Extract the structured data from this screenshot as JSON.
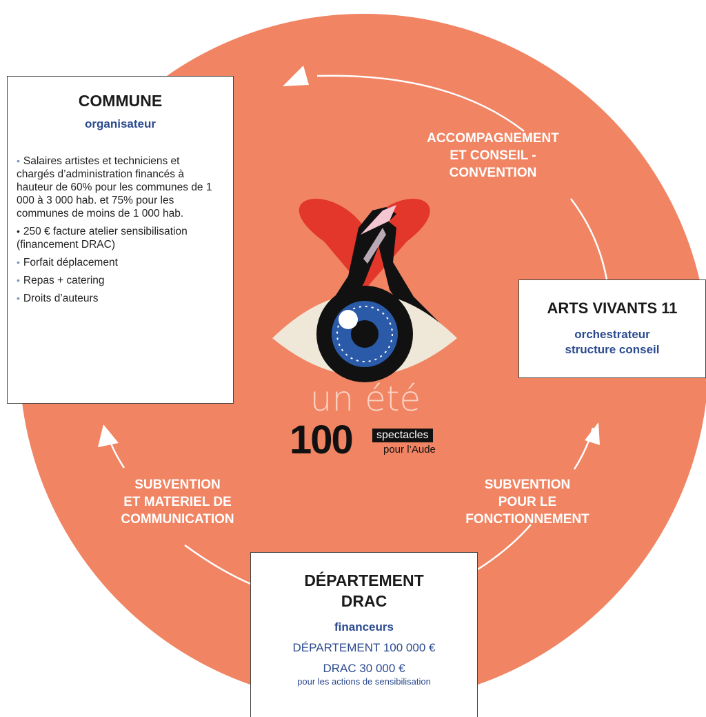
{
  "colors": {
    "circle": "#f08463",
    "heart": "#e2372a",
    "iris": "#2b5aa8",
    "title_blue": "#2b4a8f",
    "bullet_blue": "#7f93c2"
  },
  "commune": {
    "title": "COMMUNE",
    "subtitle": "organisateur",
    "items": [
      {
        "bullet": "•",
        "text": "Salaires artistes et techniciens et chargés d’administration financés à hauteur de 60% pour les communes de 1 000 à 3 000 hab. et 75% pour les communes de moins de 1 000 hab."
      },
      {
        "bullet": "•",
        "text": "250 € facture atelier sensibilisation (financement DRAC)"
      },
      {
        "bullet": "•",
        "text": "Forfait déplacement"
      },
      {
        "bullet": "•",
        "text": "Repas + catering"
      },
      {
        "bullet": "•",
        "text": "Droits d’auteurs"
      }
    ]
  },
  "arts_vivants": {
    "title": "ARTS VIVANTS 11",
    "subtitle_1": "orchestrateur",
    "subtitle_2": "structure conseil"
  },
  "departement": {
    "title_1": "DÉPARTEMENT",
    "title_2": "DRAC",
    "subtitle": "financeurs",
    "amount_1": "DÉPARTEMENT 100 000 €",
    "amount_2": "DRAC 30 000 €",
    "note": "pour les actions de sensibilisation"
  },
  "flows": {
    "top_right": "ACCOMPAGNEMENT\nET CONSEIL -\nCONVENTION",
    "bottom_left": "SUBVENTION\nET MATERIEL DE\nCOMMUNICATION",
    "bottom_right": "SUBVENTION\nPOUR LE\nFONCTIONNEMENT"
  },
  "logo": {
    "line1": "un été",
    "number": "100",
    "word": "spectacles",
    "tagline": "pour l’Aude"
  }
}
